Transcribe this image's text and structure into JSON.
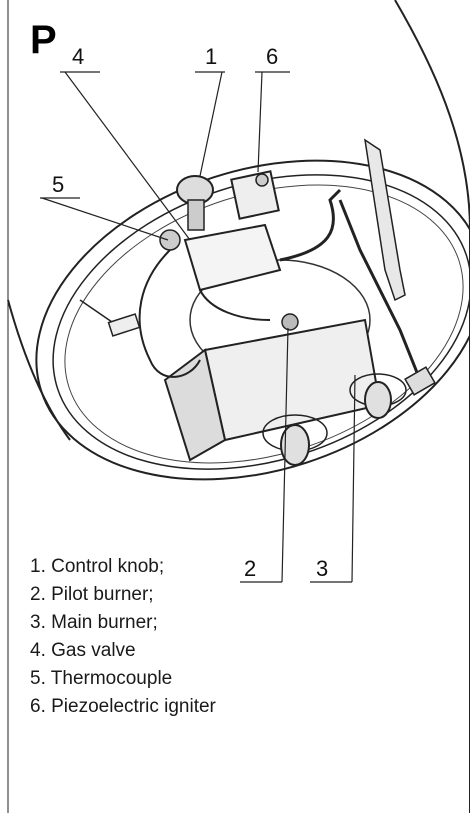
{
  "panel_letter": "P",
  "callouts": [
    "1",
    "2",
    "3",
    "4",
    "5",
    "6"
  ],
  "legend": [
    "1. Control knob;",
    "2. Pilot burner;",
    "3. Main burner;",
    "4. Gas valve",
    "5. Thermocouple",
    "6. Piezoelectric igniter"
  ]
}
